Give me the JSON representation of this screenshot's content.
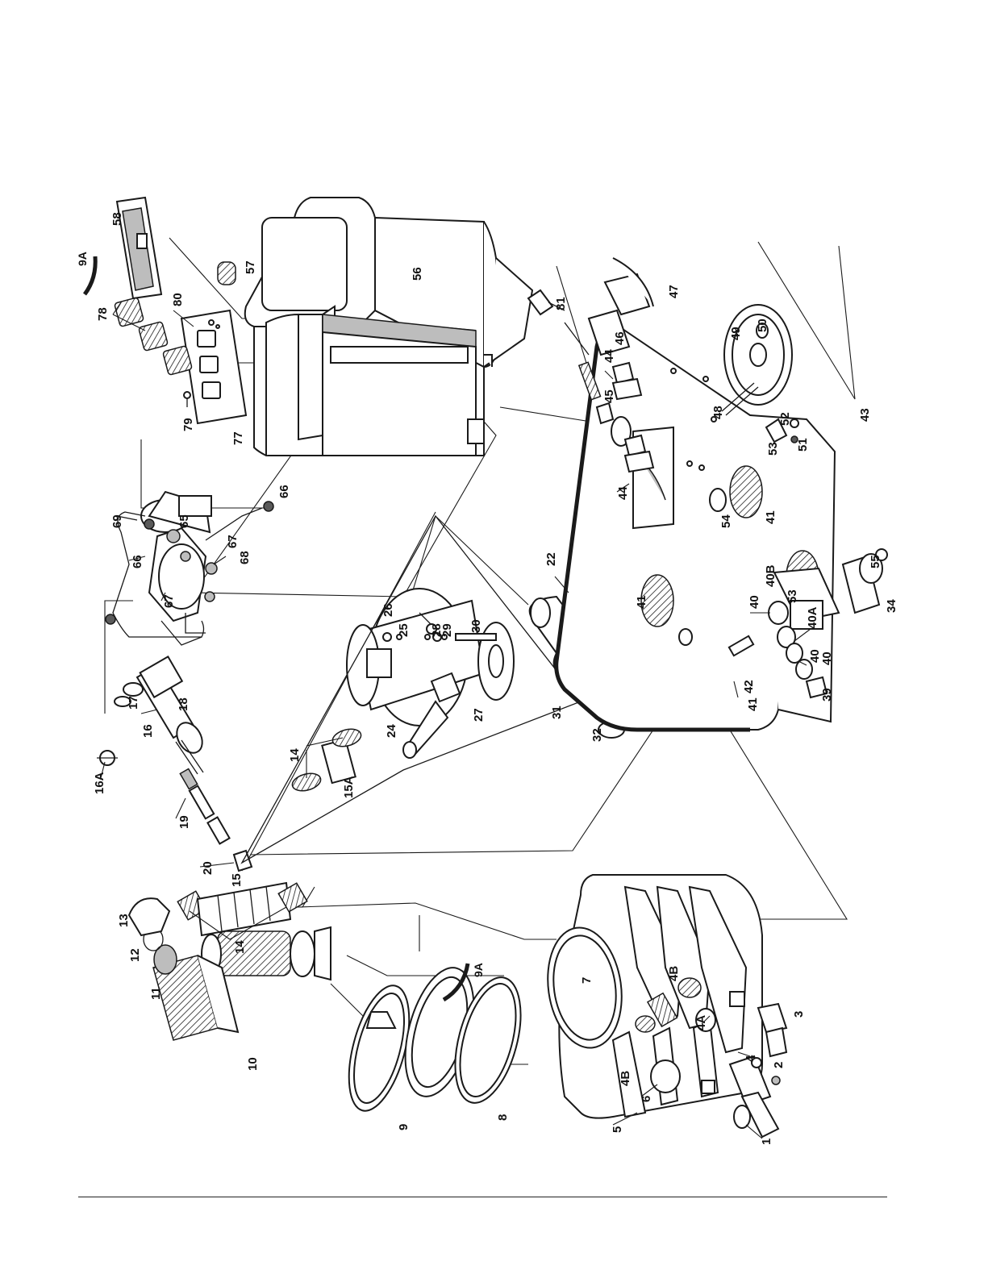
{
  "callouts": [
    "1",
    "2",
    "3",
    "4",
    "4A",
    "4B",
    "4B",
    "5",
    "6",
    "7",
    "8",
    "9",
    "10",
    "11",
    "12",
    "13",
    "14",
    "14",
    "15",
    "15A",
    "16",
    "16A",
    "17",
    "18",
    "19",
    "20",
    "22",
    "24",
    "25",
    "26",
    "27",
    "28",
    "29",
    "30",
    "31",
    "32",
    "34",
    "39",
    "40",
    "40",
    "40",
    "40A",
    "40B",
    "41",
    "41",
    "41",
    "42",
    "43",
    "44",
    "44",
    "45",
    "46",
    "47",
    "48",
    "49",
    "50",
    "51",
    "52",
    "53",
    "53",
    "54",
    "55",
    "56",
    "57",
    "58",
    "65",
    "66",
    "66",
    "67",
    "67",
    "68",
    "69",
    "77",
    "78",
    "79",
    "80",
    "81"
  ],
  "notes": {
    "service_tag": "9A"
  },
  "colors": {
    "ink": "#1a1a1a",
    "paper": "#ffffff",
    "shade": "#bdbdbd"
  }
}
